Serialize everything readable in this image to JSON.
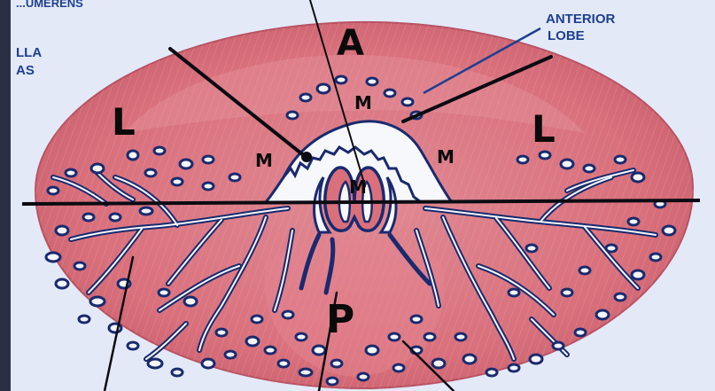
{
  "image": {
    "labels": {
      "top_left_cut": "...UMERENS",
      "left_margin_1": "LLA",
      "left_margin_2": "AS",
      "anterior": "ANTERIOR",
      "lobe": "LOBE",
      "A": "A",
      "L_left": "L",
      "L_right": "L",
      "M_top": "M",
      "M_left": "M",
      "M_right": "M",
      "M_center": "M",
      "P": "P"
    },
    "colors": {
      "background": "#e7ecf8",
      "tissue": "#d9707c",
      "tissue_dark": "#c85a68",
      "duct_outline": "#1a2a6e",
      "duct_fill": "#f4f6fb",
      "line": "#0b0b12",
      "label_blue": "#1f3f8f"
    }
  }
}
